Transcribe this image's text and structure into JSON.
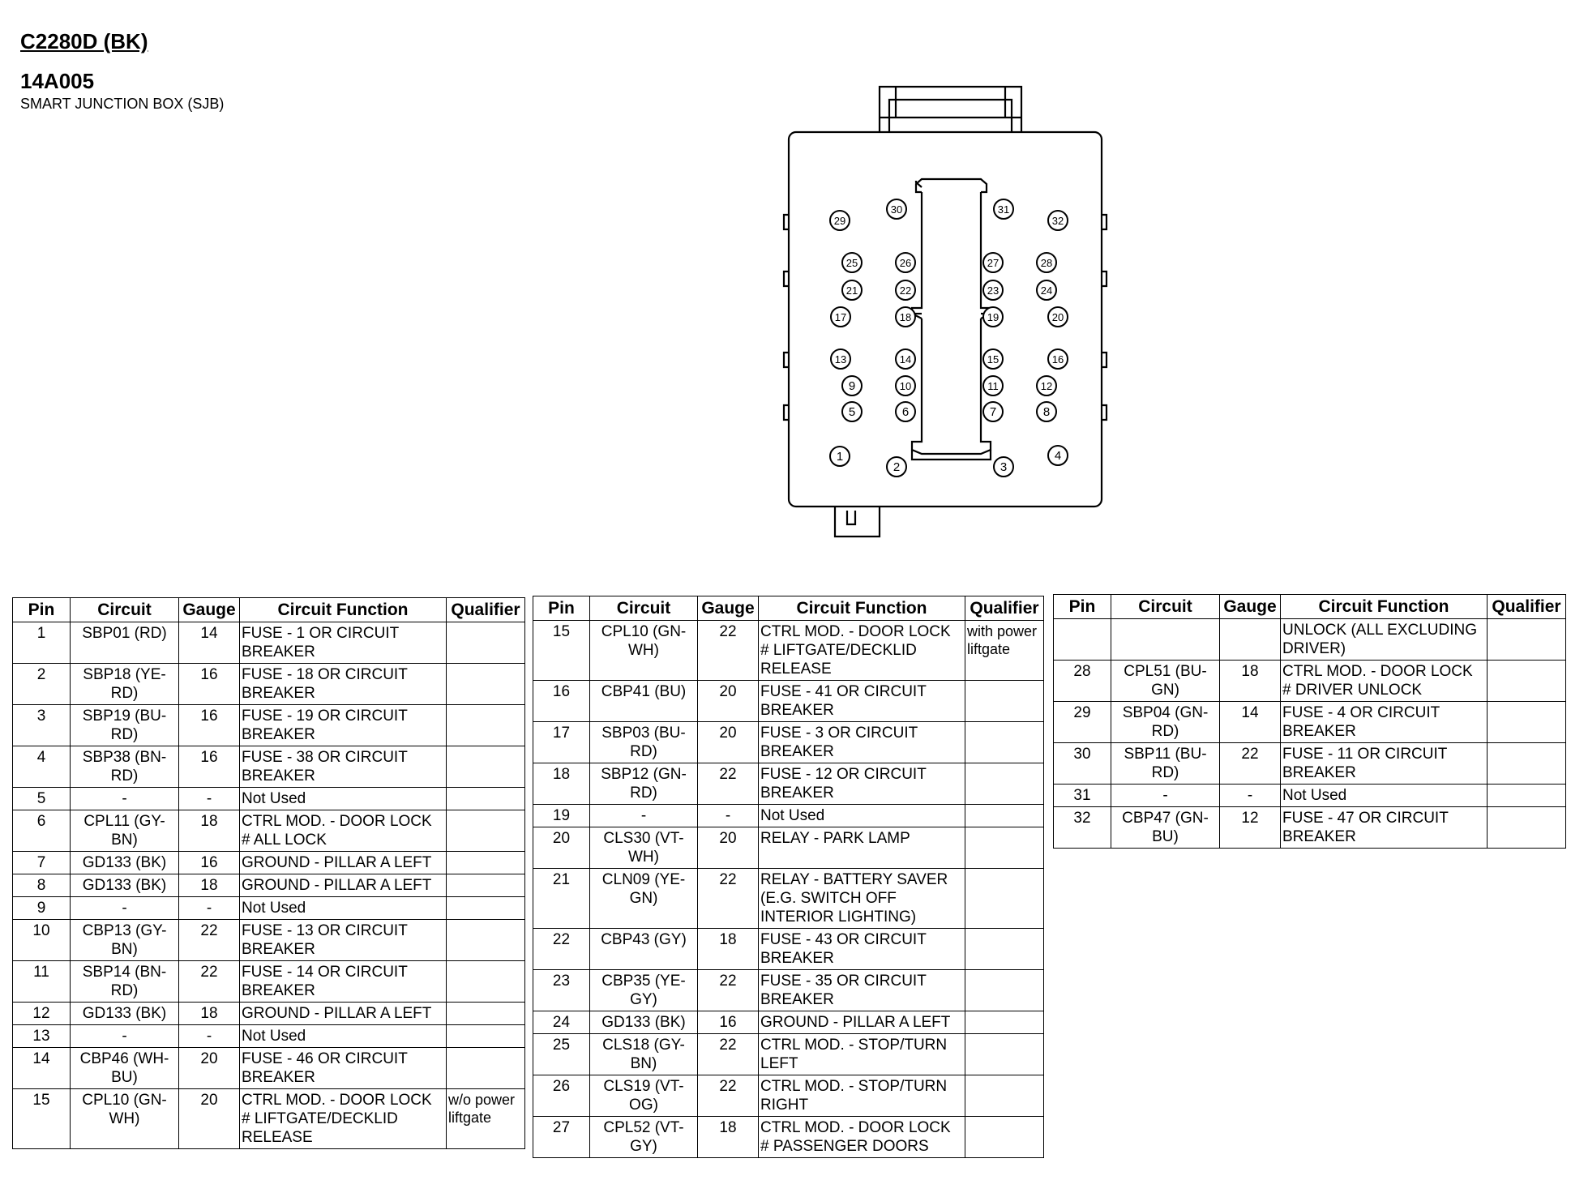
{
  "header": {
    "connector": "C2280D (BK)",
    "part_number": "14A005",
    "description": "SMART JUNCTION BOX (SJB)"
  },
  "diagram": {
    "pin_labels": [
      "1",
      "2",
      "3",
      "4",
      "5",
      "6",
      "7",
      "8",
      "9",
      "10",
      "11",
      "12",
      "13",
      "14",
      "15",
      "16",
      "17",
      "18",
      "19",
      "20",
      "21",
      "22",
      "23",
      "24",
      "25",
      "26",
      "27",
      "28",
      "29",
      "30",
      "31",
      "32"
    ]
  },
  "columns": [
    "Pin",
    "Circuit",
    "Gauge",
    "Circuit Function",
    "Qualifier"
  ],
  "tables": [
    [
      {
        "pin": "1",
        "circuit": "SBP01 (RD)",
        "gauge": "14",
        "function": "FUSE - 1 OR CIRCUIT BREAKER",
        "qualifier": ""
      },
      {
        "pin": "2",
        "circuit": "SBP18 (YE-RD)",
        "gauge": "16",
        "function": "FUSE - 18 OR CIRCUIT BREAKER",
        "qualifier": ""
      },
      {
        "pin": "3",
        "circuit": "SBP19 (BU-RD)",
        "gauge": "16",
        "function": "FUSE - 19 OR CIRCUIT BREAKER",
        "qualifier": ""
      },
      {
        "pin": "4",
        "circuit": "SBP38 (BN-RD)",
        "gauge": "16",
        "function": "FUSE - 38 OR CIRCUIT BREAKER",
        "qualifier": ""
      },
      {
        "pin": "5",
        "circuit": "-",
        "gauge": "-",
        "function": "Not Used",
        "qualifier": ""
      },
      {
        "pin": "6",
        "circuit": "CPL11 (GY-BN)",
        "gauge": "18",
        "function": "CTRL MOD. - DOOR LOCK # ALL LOCK",
        "qualifier": ""
      },
      {
        "pin": "7",
        "circuit": "GD133 (BK)",
        "gauge": "16",
        "function": "GROUND - PILLAR A LEFT",
        "qualifier": ""
      },
      {
        "pin": "8",
        "circuit": "GD133 (BK)",
        "gauge": "18",
        "function": "GROUND - PILLAR A LEFT",
        "qualifier": ""
      },
      {
        "pin": "9",
        "circuit": "-",
        "gauge": "-",
        "function": "Not Used",
        "qualifier": ""
      },
      {
        "pin": "10",
        "circuit": "CBP13 (GY-BN)",
        "gauge": "22",
        "function": "FUSE - 13 OR CIRCUIT BREAKER",
        "qualifier": ""
      },
      {
        "pin": "11",
        "circuit": "SBP14 (BN-RD)",
        "gauge": "22",
        "function": "FUSE - 14 OR CIRCUIT BREAKER",
        "qualifier": ""
      },
      {
        "pin": "12",
        "circuit": "GD133 (BK)",
        "gauge": "18",
        "function": "GROUND - PILLAR A LEFT",
        "qualifier": ""
      },
      {
        "pin": "13",
        "circuit": "-",
        "gauge": "-",
        "function": "Not Used",
        "qualifier": ""
      },
      {
        "pin": "14",
        "circuit": "CBP46 (WH-BU)",
        "gauge": "20",
        "function": "FUSE - 46 OR CIRCUIT BREAKER",
        "qualifier": ""
      },
      {
        "pin": "15",
        "circuit": "CPL10 (GN-WH)",
        "gauge": "20",
        "function": "CTRL MOD. - DOOR LOCK # LIFTGATE/DECKLID RELEASE",
        "qualifier": "w/o power liftgate"
      }
    ],
    [
      {
        "pin": "15",
        "circuit": "CPL10 (GN-WH)",
        "gauge": "22",
        "function": "CTRL MOD. - DOOR LOCK # LIFTGATE/DECKLID RELEASE",
        "qualifier": "with power liftgate"
      },
      {
        "pin": "16",
        "circuit": "CBP41 (BU)",
        "gauge": "20",
        "function": "FUSE - 41 OR CIRCUIT BREAKER",
        "qualifier": ""
      },
      {
        "pin": "17",
        "circuit": "SBP03 (BU-RD)",
        "gauge": "20",
        "function": "FUSE - 3 OR CIRCUIT BREAKER",
        "qualifier": ""
      },
      {
        "pin": "18",
        "circuit": "SBP12 (GN-RD)",
        "gauge": "22",
        "function": "FUSE - 12 OR CIRCUIT BREAKER",
        "qualifier": ""
      },
      {
        "pin": "19",
        "circuit": "-",
        "gauge": "-",
        "function": "Not Used",
        "qualifier": ""
      },
      {
        "pin": "20",
        "circuit": "CLS30 (VT-WH)",
        "gauge": "20",
        "function": "RELAY - PARK LAMP",
        "qualifier": ""
      },
      {
        "pin": "21",
        "circuit": "CLN09 (YE-GN)",
        "gauge": "22",
        "function": "RELAY - BATTERY SAVER (E.G. SWITCH OFF INTERIOR LIGHTING)",
        "qualifier": ""
      },
      {
        "pin": "22",
        "circuit": "CBP43 (GY)",
        "gauge": "18",
        "function": "FUSE - 43 OR CIRCUIT BREAKER",
        "qualifier": ""
      },
      {
        "pin": "23",
        "circuit": "CBP35 (YE-GY)",
        "gauge": "22",
        "function": "FUSE - 35 OR CIRCUIT BREAKER",
        "qualifier": ""
      },
      {
        "pin": "24",
        "circuit": "GD133 (BK)",
        "gauge": "16",
        "function": "GROUND - PILLAR A LEFT",
        "qualifier": ""
      },
      {
        "pin": "25",
        "circuit": "CLS18 (GY-BN)",
        "gauge": "22",
        "function": "CTRL MOD. - STOP/TURN LEFT",
        "qualifier": ""
      },
      {
        "pin": "26",
        "circuit": "CLS19 (VT-OG)",
        "gauge": "22",
        "function": "CTRL MOD. - STOP/TURN RIGHT",
        "qualifier": ""
      },
      {
        "pin": "27",
        "circuit": "CPL52 (VT-GY)",
        "gauge": "18",
        "function": "CTRL MOD. - DOOR LOCK # PASSENGER DOORS",
        "qualifier": ""
      }
    ],
    [
      {
        "pin": "",
        "circuit": "",
        "gauge": "",
        "function": "UNLOCK (ALL EXCLUDING DRIVER)",
        "qualifier": ""
      },
      {
        "pin": "28",
        "circuit": "CPL51 (BU-GN)",
        "gauge": "18",
        "function": "CTRL MOD. - DOOR LOCK # DRIVER UNLOCK",
        "qualifier": ""
      },
      {
        "pin": "29",
        "circuit": "SBP04 (GN-RD)",
        "gauge": "14",
        "function": "FUSE - 4 OR CIRCUIT BREAKER",
        "qualifier": ""
      },
      {
        "pin": "30",
        "circuit": "SBP11 (BU-RD)",
        "gauge": "22",
        "function": "FUSE - 11 OR CIRCUIT BREAKER",
        "qualifier": ""
      },
      {
        "pin": "31",
        "circuit": "-",
        "gauge": "-",
        "function": "Not Used",
        "qualifier": ""
      },
      {
        "pin": "32",
        "circuit": "CBP47 (GN-BU)",
        "gauge": "12",
        "function": "FUSE - 47 OR CIRCUIT BREAKER",
        "qualifier": ""
      }
    ]
  ]
}
